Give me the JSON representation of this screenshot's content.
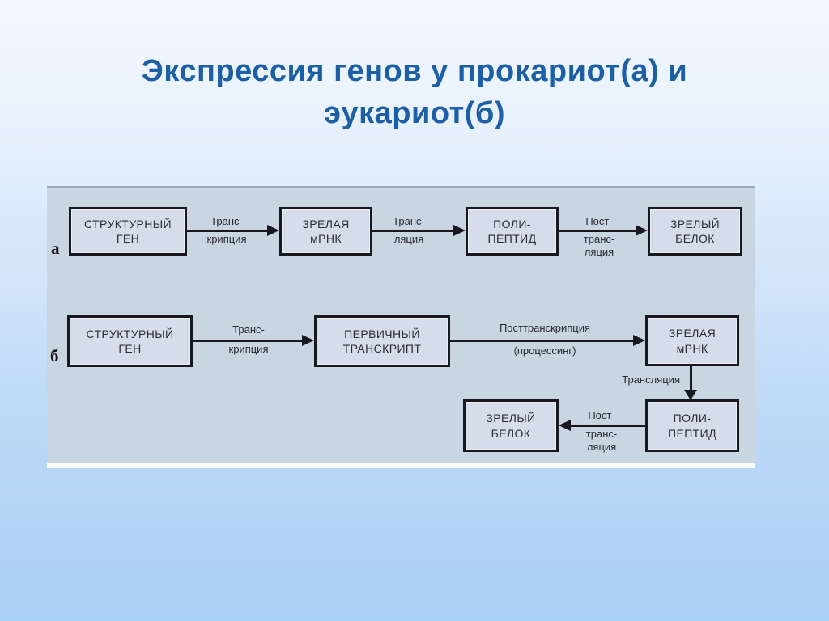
{
  "slide": {
    "title": "Экспрессия генов у прокариот(а) и\nэукариот(б)"
  },
  "diagram": {
    "row_a": {
      "label": "а",
      "gene": "СТРУКТУРНЫЙ\nГЕН",
      "mrna": "ЗРЕЛАЯ\nмРНК",
      "polypeptide": "ПОЛИ-\nПЕПТИД",
      "protein": "ЗРЕЛЫЙ\nБЕЛОК",
      "arrows": {
        "transcription": {
          "above": "Транс-",
          "below": "крипция"
        },
        "translation": {
          "above": "Транс-",
          "below": "ляция"
        },
        "posttranslation": {
          "above": "Пост-",
          "below": "транс-\nляция"
        }
      }
    },
    "row_b": {
      "label": "б",
      "gene": "СТРУКТУРНЫЙ\nГЕН",
      "primary_transcript": "ПЕРВИЧНЫЙ\nТРАНСКРИПТ",
      "mrna": "ЗРЕЛАЯ\nмРНК",
      "polypeptide": "ПОЛИ-\nПЕПТИД",
      "protein": "ЗРЕЛЫЙ\nБЕЛОК",
      "arrows": {
        "transcription": {
          "above": "Транс-",
          "below": "крипция"
        },
        "posttranscription": {
          "above": "Посттранскрипция",
          "below": "(процессинг)"
        },
        "translation": {
          "label": "Трансляция"
        },
        "posttranslation": {
          "above": "Пост-",
          "below": "транс-\nляция"
        }
      }
    },
    "colors": {
      "title": "#1d5fa5",
      "panel_background": "#cad5e2",
      "box_background": "#d4dde9",
      "line": "#181820",
      "slide_gradient_top": "#f3f8fe",
      "slide_gradient_bottom": "#aad0f3",
      "bottom_strip": "#fbfcfd"
    }
  }
}
